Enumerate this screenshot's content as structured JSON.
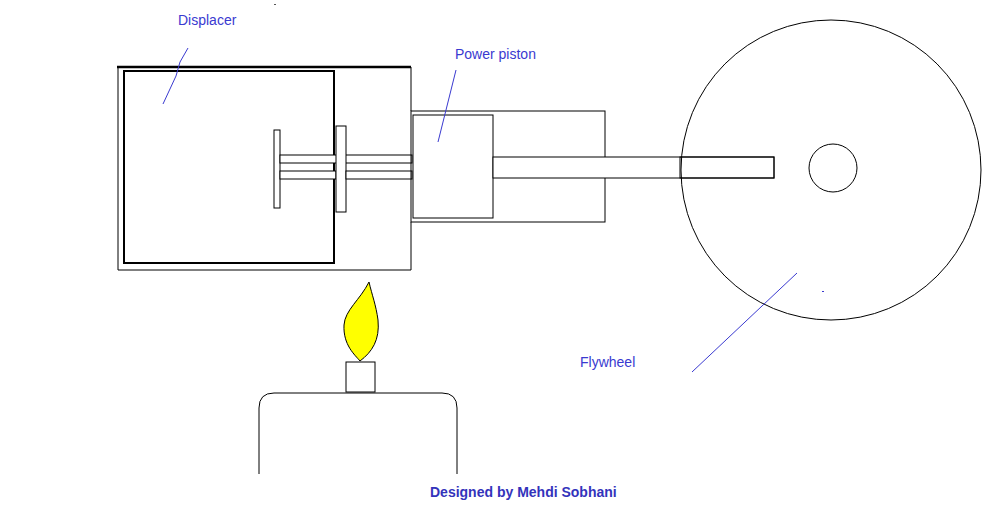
{
  "diagram": {
    "caption": "Designed by Mehdi Sobhani",
    "labels": [
      "Displacer",
      "Power piston",
      "Flywheel"
    ]
  }
}
